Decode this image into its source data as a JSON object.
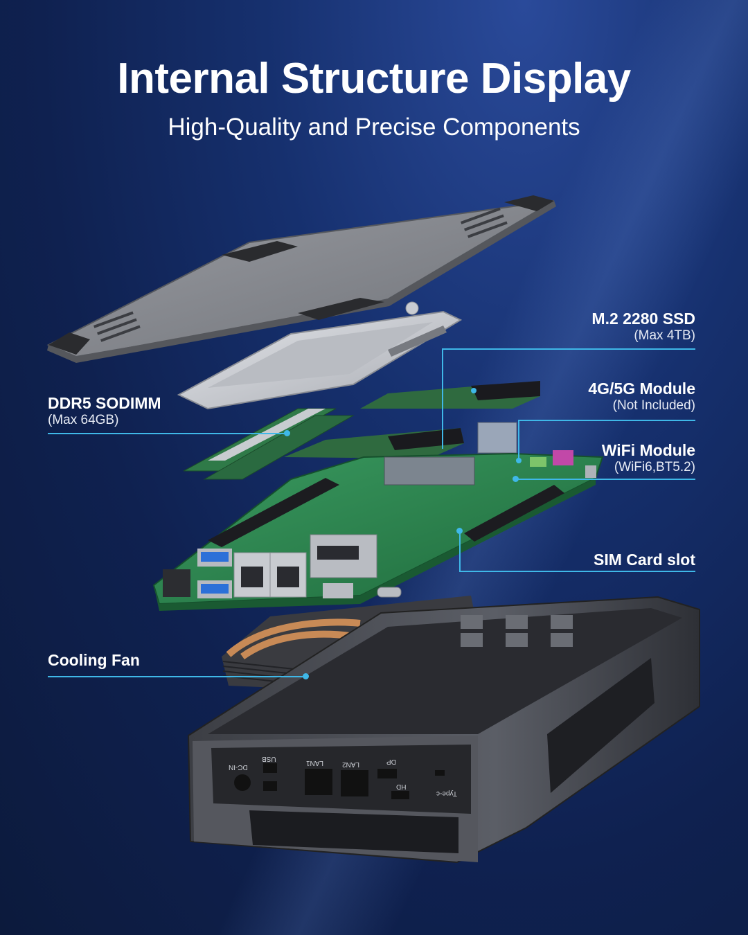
{
  "header": {
    "title": "Internal Structure Display",
    "subtitle": "High-Quality and Precise Components"
  },
  "labels": {
    "ssd": {
      "name": "M.2 2280 SSD",
      "detail": "(Max 4TB)"
    },
    "ddr5": {
      "name": "DDR5 SODIMM",
      "detail": "(Max 64GB)"
    },
    "module": {
      "name": "4G/5G Module",
      "detail": "(Not Included)"
    },
    "wifi": {
      "name": "WiFi Module",
      "detail": "(WiFi6,BT5.2)"
    },
    "sim": {
      "name": "SIM Card slot"
    },
    "fan": {
      "name": "Cooling Fan"
    }
  },
  "case_ports": [
    "DC-IN",
    "USB",
    "LAN1",
    "LAN2",
    "DP",
    "HD",
    "Type-c"
  ],
  "colors": {
    "background": "#12295f",
    "accent_line": "#3fb8e8",
    "pcb": "#2f8a52",
    "chassis": "#4a4c52"
  }
}
